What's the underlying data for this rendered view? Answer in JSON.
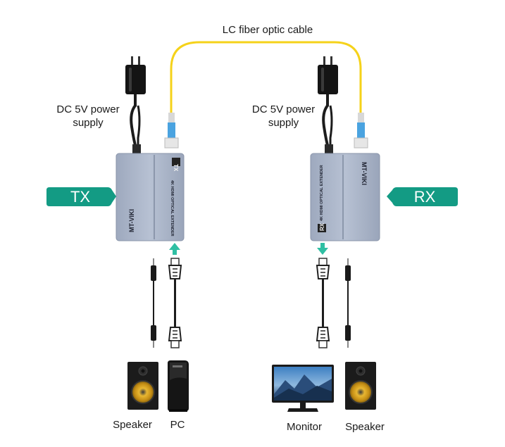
{
  "labels": {
    "fiber_cable": "LC fiber optic cable",
    "tx_power": "DC 5V power\nsupply",
    "rx_power": "DC 5V power\nsupply",
    "tx_tag": "TX",
    "rx_tag": "RX",
    "speaker_left": "Speaker",
    "pc": "PC",
    "monitor": "Monitor",
    "speaker_right": "Speaker"
  },
  "devices": {
    "tx_brand": "MT-VIKI",
    "rx_brand": "MT-VIKI",
    "tx_port_mark": "TX",
    "rx_port_mark": "RX",
    "tx_product": "4K HDMI OPTICAL EXTENDER",
    "rx_product": "4K HDMI OPTICAL EXTENDER"
  },
  "colors": {
    "fiber": "#f5d21a",
    "tag": "#139b84",
    "device_body": "#a9b4c8",
    "arrow": "#2fbfa3",
    "cable": "#1c1c1c"
  }
}
